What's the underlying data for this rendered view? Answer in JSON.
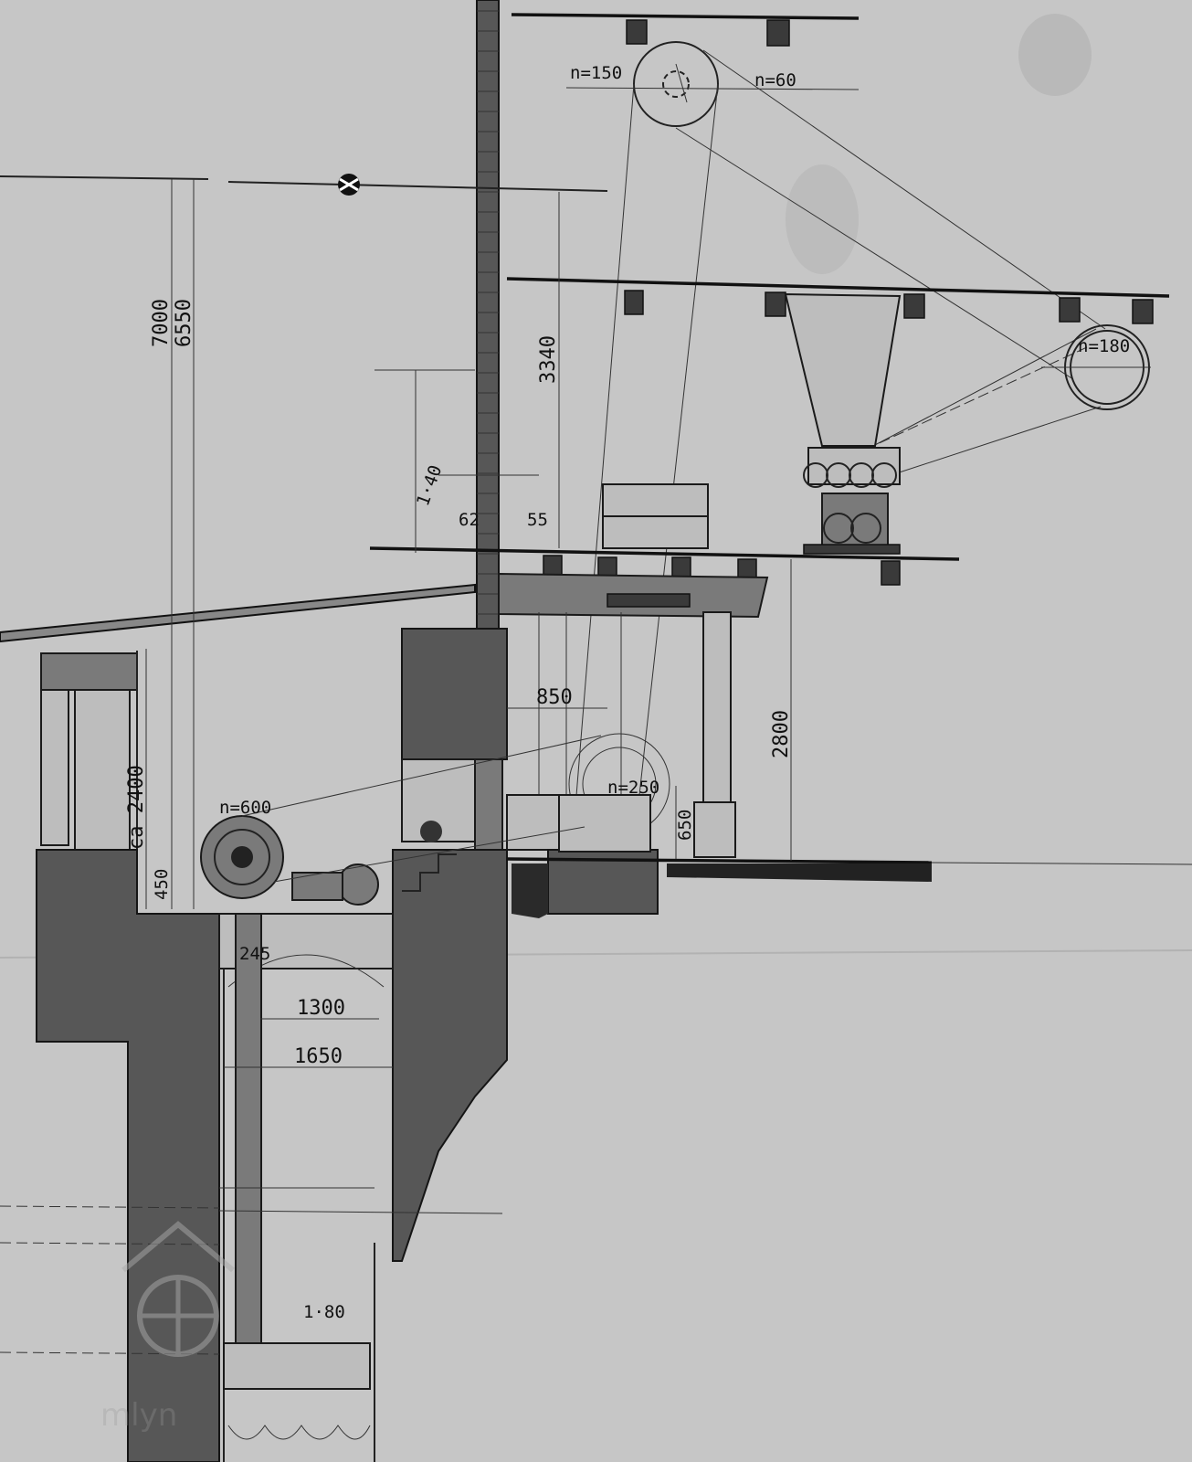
{
  "drawing": {
    "pulleys": [
      {
        "id": "top-pulley",
        "label": "n=150"
      },
      {
        "id": "top-pulley-right",
        "label": "n=60"
      },
      {
        "id": "right-pulley",
        "label": "n=180"
      },
      {
        "id": "middle-pulley",
        "label": "n=250"
      },
      {
        "id": "turbine-pulley",
        "label": "n=600"
      }
    ],
    "dimensions": {
      "d7000": "7000",
      "d6550": "6550",
      "d3340": "3340",
      "d140": "1·40",
      "d62": "62",
      "d55": "55",
      "d850": "850",
      "d2800": "2800",
      "d650": "650",
      "d2400": "ca 2400",
      "d450": "450",
      "d245": "245",
      "d1300": "1300",
      "d1650": "1650",
      "d180": "1·80"
    },
    "watermark": "mlyn"
  }
}
